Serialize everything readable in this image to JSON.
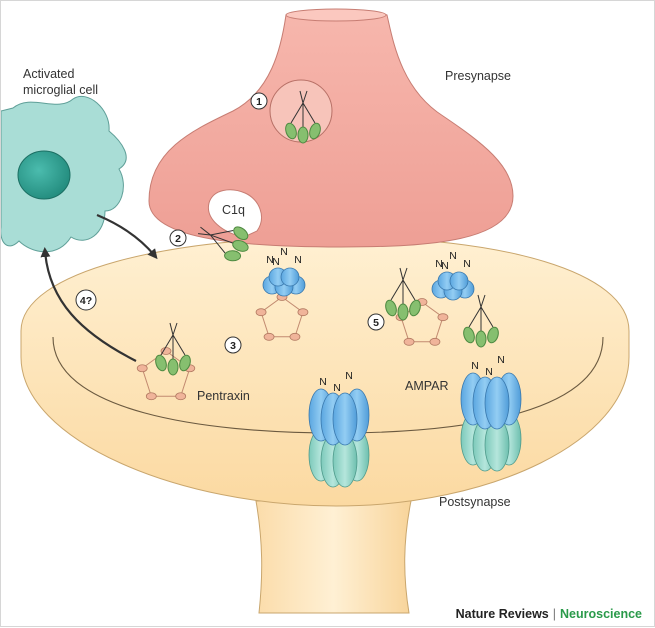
{
  "labels": {
    "presynapse": "Presynapse",
    "postsynapse": "Postsynapse",
    "microglia_line1": "Activated",
    "microglia_line2": "microglial cell",
    "c1q": "C1q",
    "pentraxin": "Pentraxin",
    "ampar": "AMPAR"
  },
  "steps": [
    "1",
    "2",
    "3",
    "4?",
    "5"
  ],
  "receptor_label": "N",
  "credit": {
    "publisher": "Nature Reviews",
    "separator": "|",
    "journal": "Neuroscience"
  },
  "colors": {
    "presynapse": "#f2aaa0",
    "postsynapse": "#fde3b4",
    "microglia": "#a9ddd6",
    "nucleus": "#2e9d90",
    "c1q_head": "#7fba6a",
    "pentraxin_bead": "#f0b49a",
    "receptor_blue": "#73b7e8",
    "receptor_teal": "#8fd3c6",
    "arrow": "#333333",
    "journal_accent": "#2a9a4a"
  }
}
